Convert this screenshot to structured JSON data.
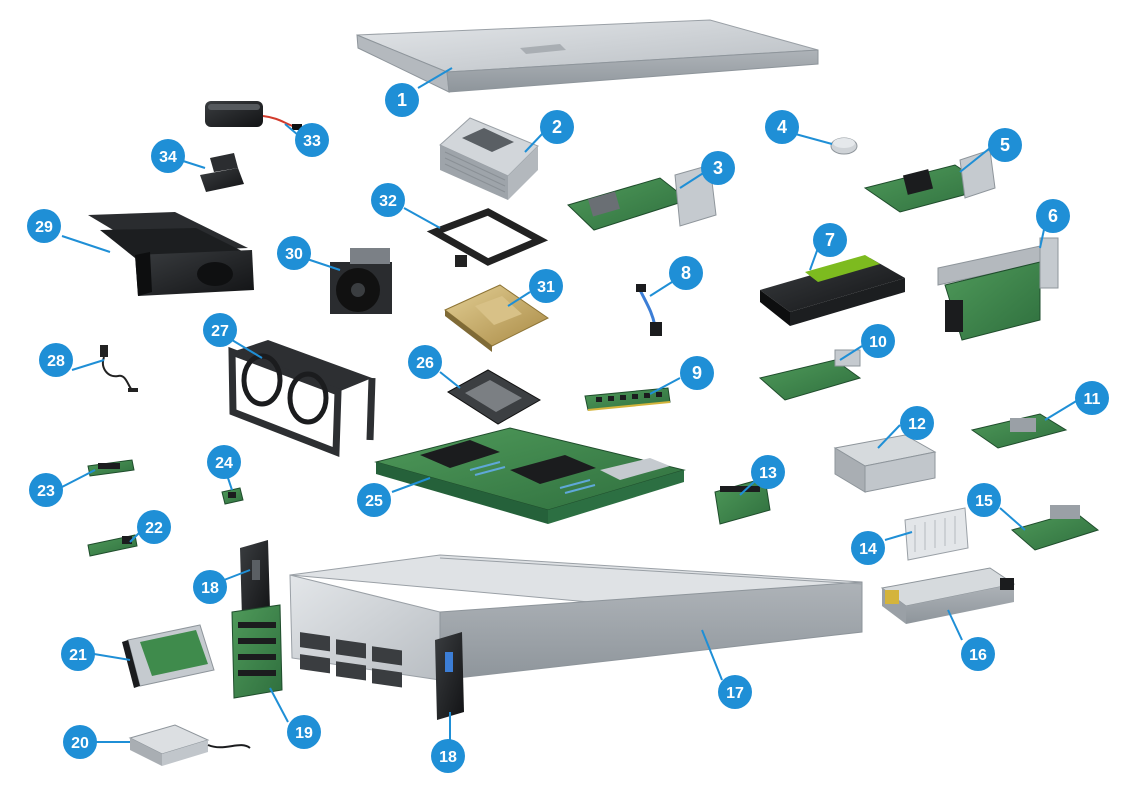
{
  "diagram": {
    "colors": {
      "callout": "#1f8fd6",
      "callout_text": "#ffffff",
      "leader": "#1f8fd6",
      "metal": "#c9cdd1",
      "metal_dark": "#8e959b",
      "pcb": "#3f8b4c",
      "pcb_dark": "#25613a",
      "plastic": "#202224",
      "nvidia_green": "#7dbb1f",
      "cpu_gold": "#c9ad6a"
    },
    "callouts": [
      {
        "label": "1",
        "part": "top-cover"
      },
      {
        "label": "2",
        "part": "cpu-heatsink"
      },
      {
        "label": "3",
        "part": "raid-card"
      },
      {
        "label": "4",
        "part": "cmos-battery"
      },
      {
        "label": "5",
        "part": "network-adapter"
      },
      {
        "label": "6",
        "part": "riser-card"
      },
      {
        "label": "7",
        "part": "gpu-module"
      },
      {
        "label": "8",
        "part": "sata-cable"
      },
      {
        "label": "9",
        "part": "memory-module"
      },
      {
        "label": "10",
        "part": "pcie-card"
      },
      {
        "label": "11",
        "part": "ocp-adapter"
      },
      {
        "label": "12",
        "part": "drive-cage"
      },
      {
        "label": "13",
        "part": "small-board"
      },
      {
        "label": "14",
        "part": "drive-blank"
      },
      {
        "label": "15",
        "part": "mezzanine-card"
      },
      {
        "label": "16",
        "part": "power-supply"
      },
      {
        "label": "17",
        "part": "chassis"
      },
      {
        "label": "18",
        "part": "rack-ear-left"
      },
      {
        "label": "18",
        "part": "rack-ear-right"
      },
      {
        "label": "19",
        "part": "drive-backplane"
      },
      {
        "label": "20",
        "part": "supercapacitor"
      },
      {
        "label": "21",
        "part": "hard-drive"
      },
      {
        "label": "22",
        "part": "m2-adapter"
      },
      {
        "label": "23",
        "part": "m2-ssd"
      },
      {
        "label": "24",
        "part": "tpm-module"
      },
      {
        "label": "25",
        "part": "system-board"
      },
      {
        "label": "26",
        "part": "cpu-carrier"
      },
      {
        "label": "27",
        "part": "fan-cage"
      },
      {
        "label": "28",
        "part": "intrusion-switch"
      },
      {
        "label": "29",
        "part": "air-baffle"
      },
      {
        "label": "30",
        "part": "fan-module"
      },
      {
        "label": "31",
        "part": "processor"
      },
      {
        "label": "32",
        "part": "processor-bracket"
      },
      {
        "label": "33",
        "part": "raid-battery"
      },
      {
        "label": "34",
        "part": "battery-holder"
      }
    ]
  }
}
